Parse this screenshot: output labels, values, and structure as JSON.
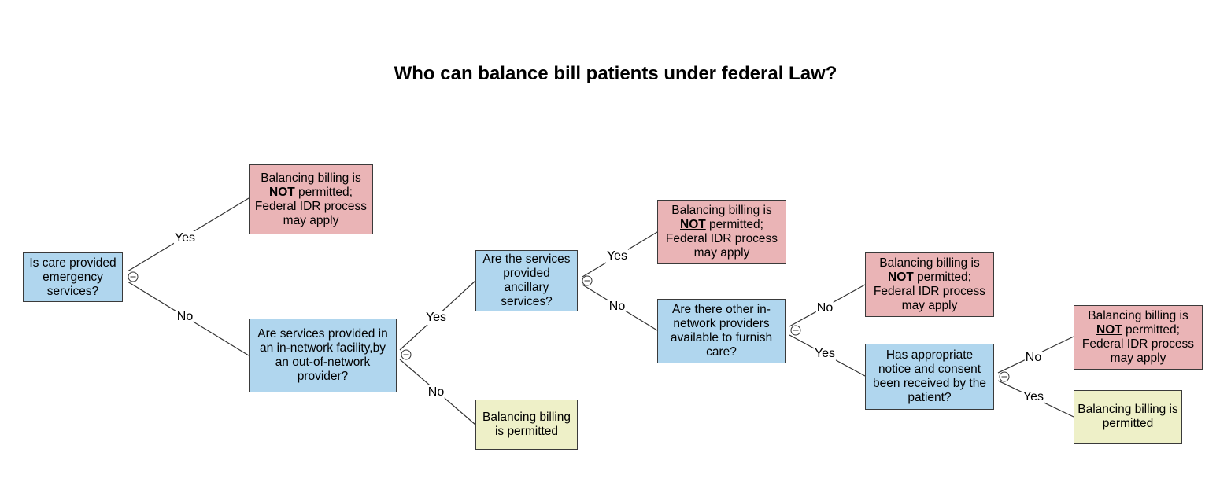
{
  "title": "Who can balance bill patients under federal Law?",
  "colors": {
    "question_fill": "#b0d6ee",
    "not_permitted_fill": "#eab4b6",
    "permitted_fill": "#eef0c8",
    "line": "#333333"
  },
  "nodes": {
    "q1": {
      "text": "Is care provided emergency services?"
    },
    "q2": {
      "text": "Are services provided in an in-network facility,by an out-of-network provider?"
    },
    "q3": {
      "text": "Are the services provided ancillary services?"
    },
    "q4": {
      "text": "Are there other in-network providers available to furnish care?"
    },
    "q5": {
      "text": "Has appropriate notice and consent been received by the patient?"
    },
    "np1": {
      "pre": "Balancing billing is ",
      "em": "NOT",
      "post": " permitted; Federal IDR process may apply"
    },
    "np2": {
      "pre": "Balancing billing is ",
      "em": "NOT",
      "post": " permitted; Federal IDR process may apply"
    },
    "np3": {
      "pre": "Balancing billing is ",
      "em": "NOT",
      "post": " permitted; Federal IDR process may apply"
    },
    "np4": {
      "pre": "Balancing billing is ",
      "em": "NOT",
      "post": " permitted; Federal IDR process may apply"
    },
    "p1": {
      "text": "Balancing billing is permitted"
    },
    "p2": {
      "text": "Balancing billing is permitted"
    }
  },
  "edges": [
    {
      "from": "q1",
      "to": "np1",
      "label": "Yes"
    },
    {
      "from": "q1",
      "to": "q2",
      "label": "No"
    },
    {
      "from": "q2",
      "to": "q3",
      "label": "Yes"
    },
    {
      "from": "q2",
      "to": "p1",
      "label": "No"
    },
    {
      "from": "q3",
      "to": "np2",
      "label": "Yes"
    },
    {
      "from": "q3",
      "to": "q4",
      "label": "No"
    },
    {
      "from": "q4",
      "to": "np3",
      "label": "No"
    },
    {
      "from": "q4",
      "to": "q5",
      "label": "Yes"
    },
    {
      "from": "q5",
      "to": "np4",
      "label": "No"
    },
    {
      "from": "q5",
      "to": "p2",
      "label": "Yes"
    }
  ]
}
